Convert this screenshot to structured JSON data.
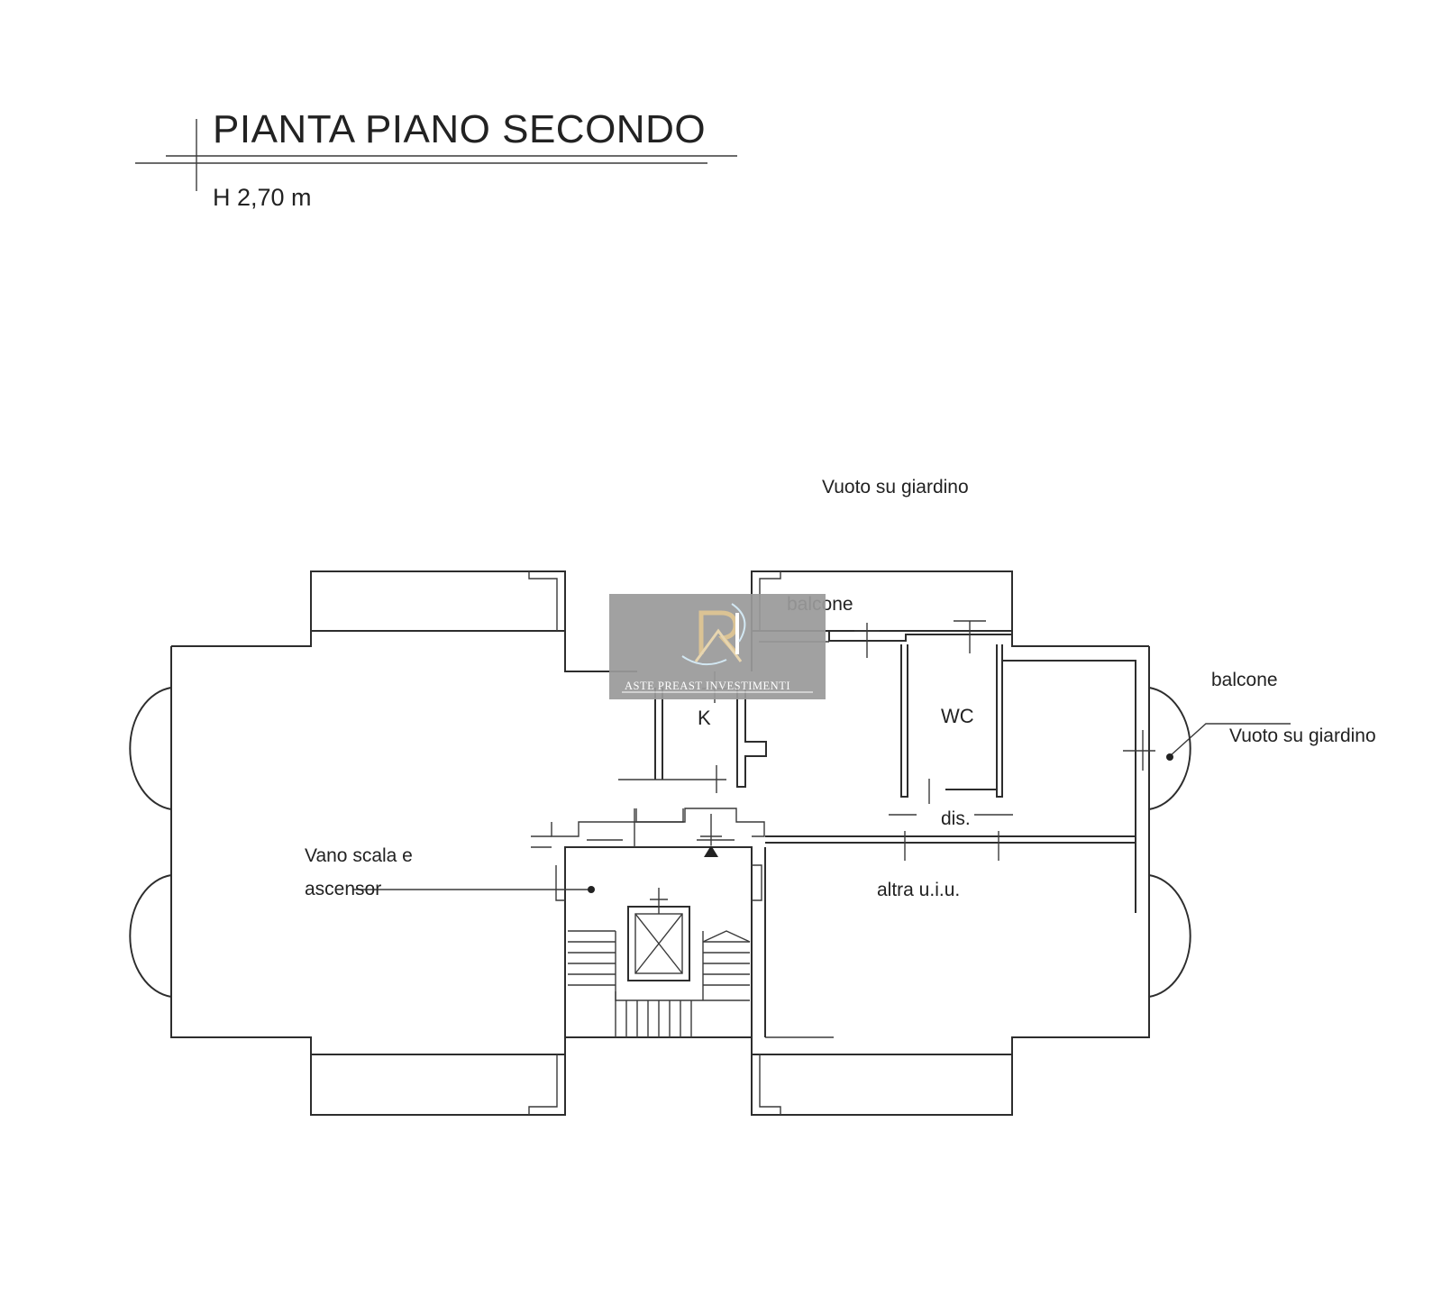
{
  "title": "PIANTA PIANO SECONDO",
  "height_label": "H 2,70 m",
  "labels": {
    "vuoto_top": "Vuoto su giardino",
    "balcone_top": "balcone",
    "balcone_right": "balcone",
    "vuoto_right": "Vuoto su giardino",
    "kitchen": "K",
    "wc": "WC",
    "dis": "dis.",
    "vano_line1": "Vano scala e",
    "vano_line2": "ascensor",
    "altra": "altra u.i.u."
  },
  "watermark": {
    "monogram": "R",
    "text": "ASTE PREAST INVESTIMENTI"
  },
  "colors": {
    "line": "#2d2d2d",
    "watermark_bg": "#9a9a9a",
    "watermark_logo": "#d9bf8c"
  }
}
